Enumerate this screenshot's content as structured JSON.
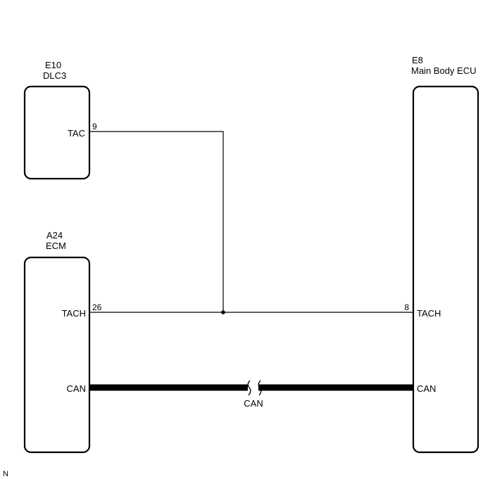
{
  "components": {
    "dlc3": {
      "code": "E10",
      "name": "DLC3",
      "pins": [
        {
          "label": "TAC",
          "number": "9"
        }
      ]
    },
    "ecm": {
      "code": "A24",
      "name": "ECM",
      "pins": [
        {
          "label": "TACH",
          "number": "26"
        },
        {
          "label": "CAN",
          "number": ""
        }
      ]
    },
    "main_body_ecu": {
      "code": "E8",
      "name": "Main Body ECU",
      "pins": [
        {
          "label": "TACH",
          "number": "8"
        },
        {
          "label": "CAN",
          "number": ""
        }
      ]
    }
  },
  "bus_label": "CAN",
  "footer": {
    "code": "N"
  }
}
